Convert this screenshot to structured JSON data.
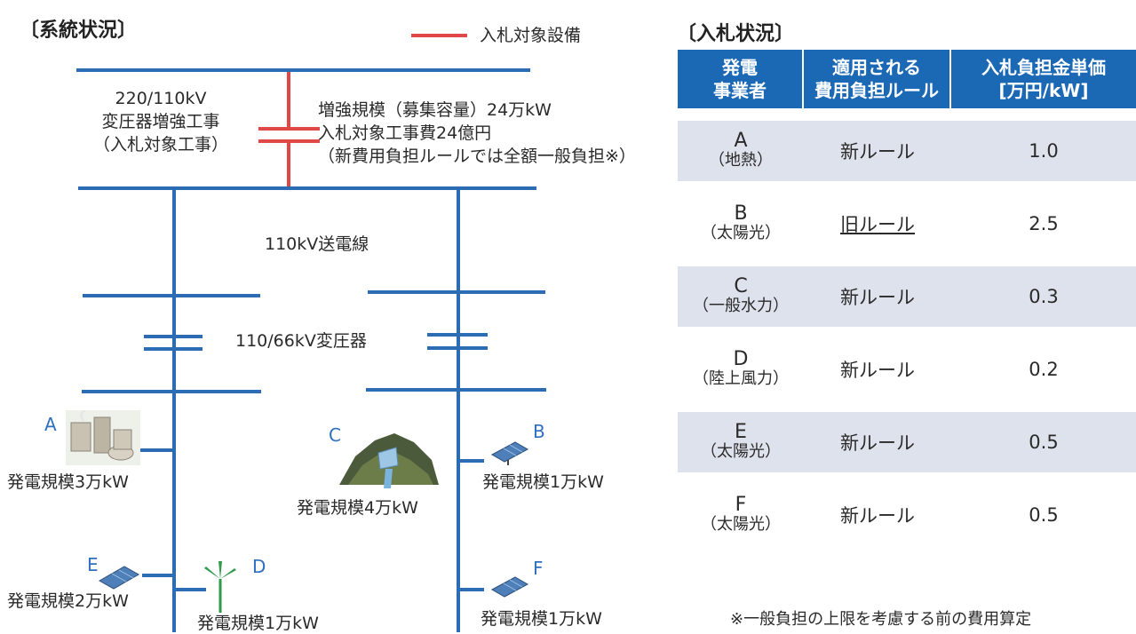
{
  "system": {
    "title": "〔系統状況〕",
    "legend_label": "入札対象設備",
    "transformer_upgrade": "220/110kV\n変圧器増強工事\n（入札対象工事）",
    "upgrade_details": "増強規模（募集容量）24万kW\n入札対象工事費24億円\n（新費用負担ルールでは全額一般負担※）",
    "line_label": "110kV送電線",
    "transformer_label": "110/66kV変圧器",
    "generators": [
      {
        "letter": "A",
        "scale": "発電規模3万kW"
      },
      {
        "letter": "B",
        "scale": "発電規模1万kW"
      },
      {
        "letter": "C",
        "scale": "発電規模4万kW"
      },
      {
        "letter": "D",
        "scale": "発電規模1万kW"
      },
      {
        "letter": "E",
        "scale": "発電規模2万kW"
      },
      {
        "letter": "F",
        "scale": "発電規模1万kW"
      }
    ]
  },
  "bid": {
    "title": "〔入札状況〕",
    "headers": [
      "発電\n事業者",
      "適用される\n費用負担ルール",
      "入札負担金単価\n[万円/kW]"
    ],
    "rows": [
      {
        "letter": "A",
        "kind": "（地熱）",
        "rule": "新ルール",
        "price": "1.0"
      },
      {
        "letter": "B",
        "kind": "（太陽光）",
        "rule": "旧ルール",
        "price": "2.5"
      },
      {
        "letter": "C",
        "kind": "（一般水力）",
        "rule": "新ルール",
        "price": "0.3"
      },
      {
        "letter": "D",
        "kind": "（陸上風力）",
        "rule": "新ルール",
        "price": "0.2"
      },
      {
        "letter": "E",
        "kind": "（太陽光）",
        "rule": "新ルール",
        "price": "0.5"
      },
      {
        "letter": "F",
        "kind": "（太陽光）",
        "rule": "新ルール",
        "price": "0.5"
      }
    ],
    "footnote": "※一般負担の上限を考慮する前の費用算定"
  },
  "colors": {
    "line": "#2b6cb5",
    "red": "#e04848",
    "header": "#1b68b5",
    "shade": "#dde2ec",
    "letter": "#2f6fc0"
  }
}
